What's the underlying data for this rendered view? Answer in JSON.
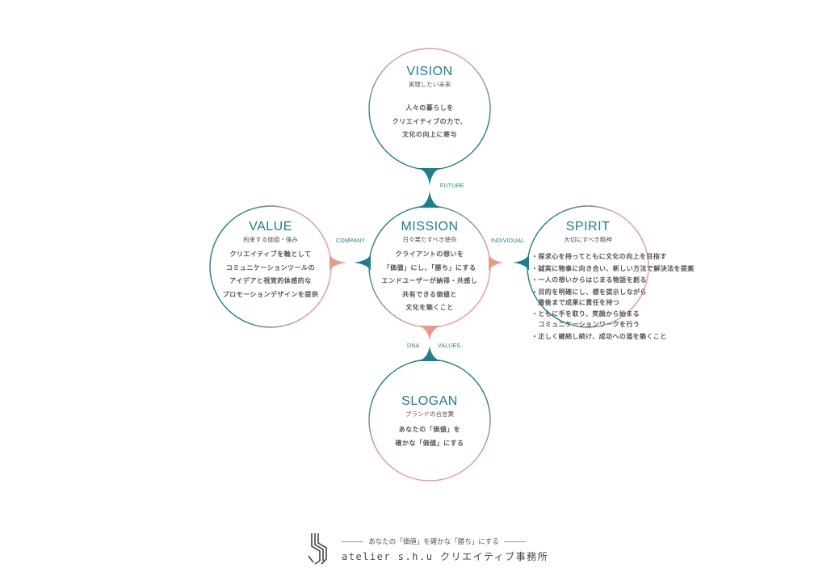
{
  "colors": {
    "teal": "#1a7f8e",
    "salmon": "#e89a8a",
    "text": "#555555"
  },
  "vision": {
    "title": "VISION",
    "subtitle": "実現したい未来",
    "lines": [
      "人々の暮らしを",
      "クリエイティブの力で、",
      "文化の向上に寄与"
    ]
  },
  "mission": {
    "title": "MISSION",
    "subtitle": "日々果たすべき使命",
    "lines": [
      "クライアントの想いを",
      "「価値」にし、「勝ち」にする",
      "エンドユーザーが納得・共感し",
      "共有できる価値と",
      "文化を築くこと"
    ]
  },
  "value": {
    "title": "VALUE",
    "subtitle": "約束する価値・強み",
    "lines": [
      "クリエイティブを軸として",
      "コミュニケーションツールの",
      "アイデアと視覚的体感的な",
      "プロモーションデザインを提供"
    ]
  },
  "spirit": {
    "title": "SPIRIT",
    "subtitle": "大切にすべき精神",
    "items": [
      "・探求心を持ってともに文化の向上を目指す",
      "・誠実に物事に向き合い、新しい方法で解決法を提案",
      "・一人の想いからはじまる物語を創る",
      "・目的を明確にし、標を提示しながら\n　最後まで成果に責任を持つ",
      "・ともに手を取り、笑顔から始まる\n　コミュニケーションワークを行う",
      "・正しく継続し続け、成功への道を築くこと"
    ]
  },
  "slogan": {
    "title": "SLOGAN",
    "subtitle": "ブランドの合言葉",
    "lines": [
      "あなたの「価値」を",
      "確かな「価値」にする"
    ]
  },
  "connectors": {
    "future": "FUTURE",
    "company": "COMPANY",
    "individual": "INDIVIDUAL",
    "dna": "DNA",
    "values": "VALUES"
  },
  "footer": {
    "tagline": "あなたの「価値」を確かな「勝ち」にする",
    "brand": "atelier s.h.u クリエイティブ事務所",
    "logo_text": "S"
  }
}
